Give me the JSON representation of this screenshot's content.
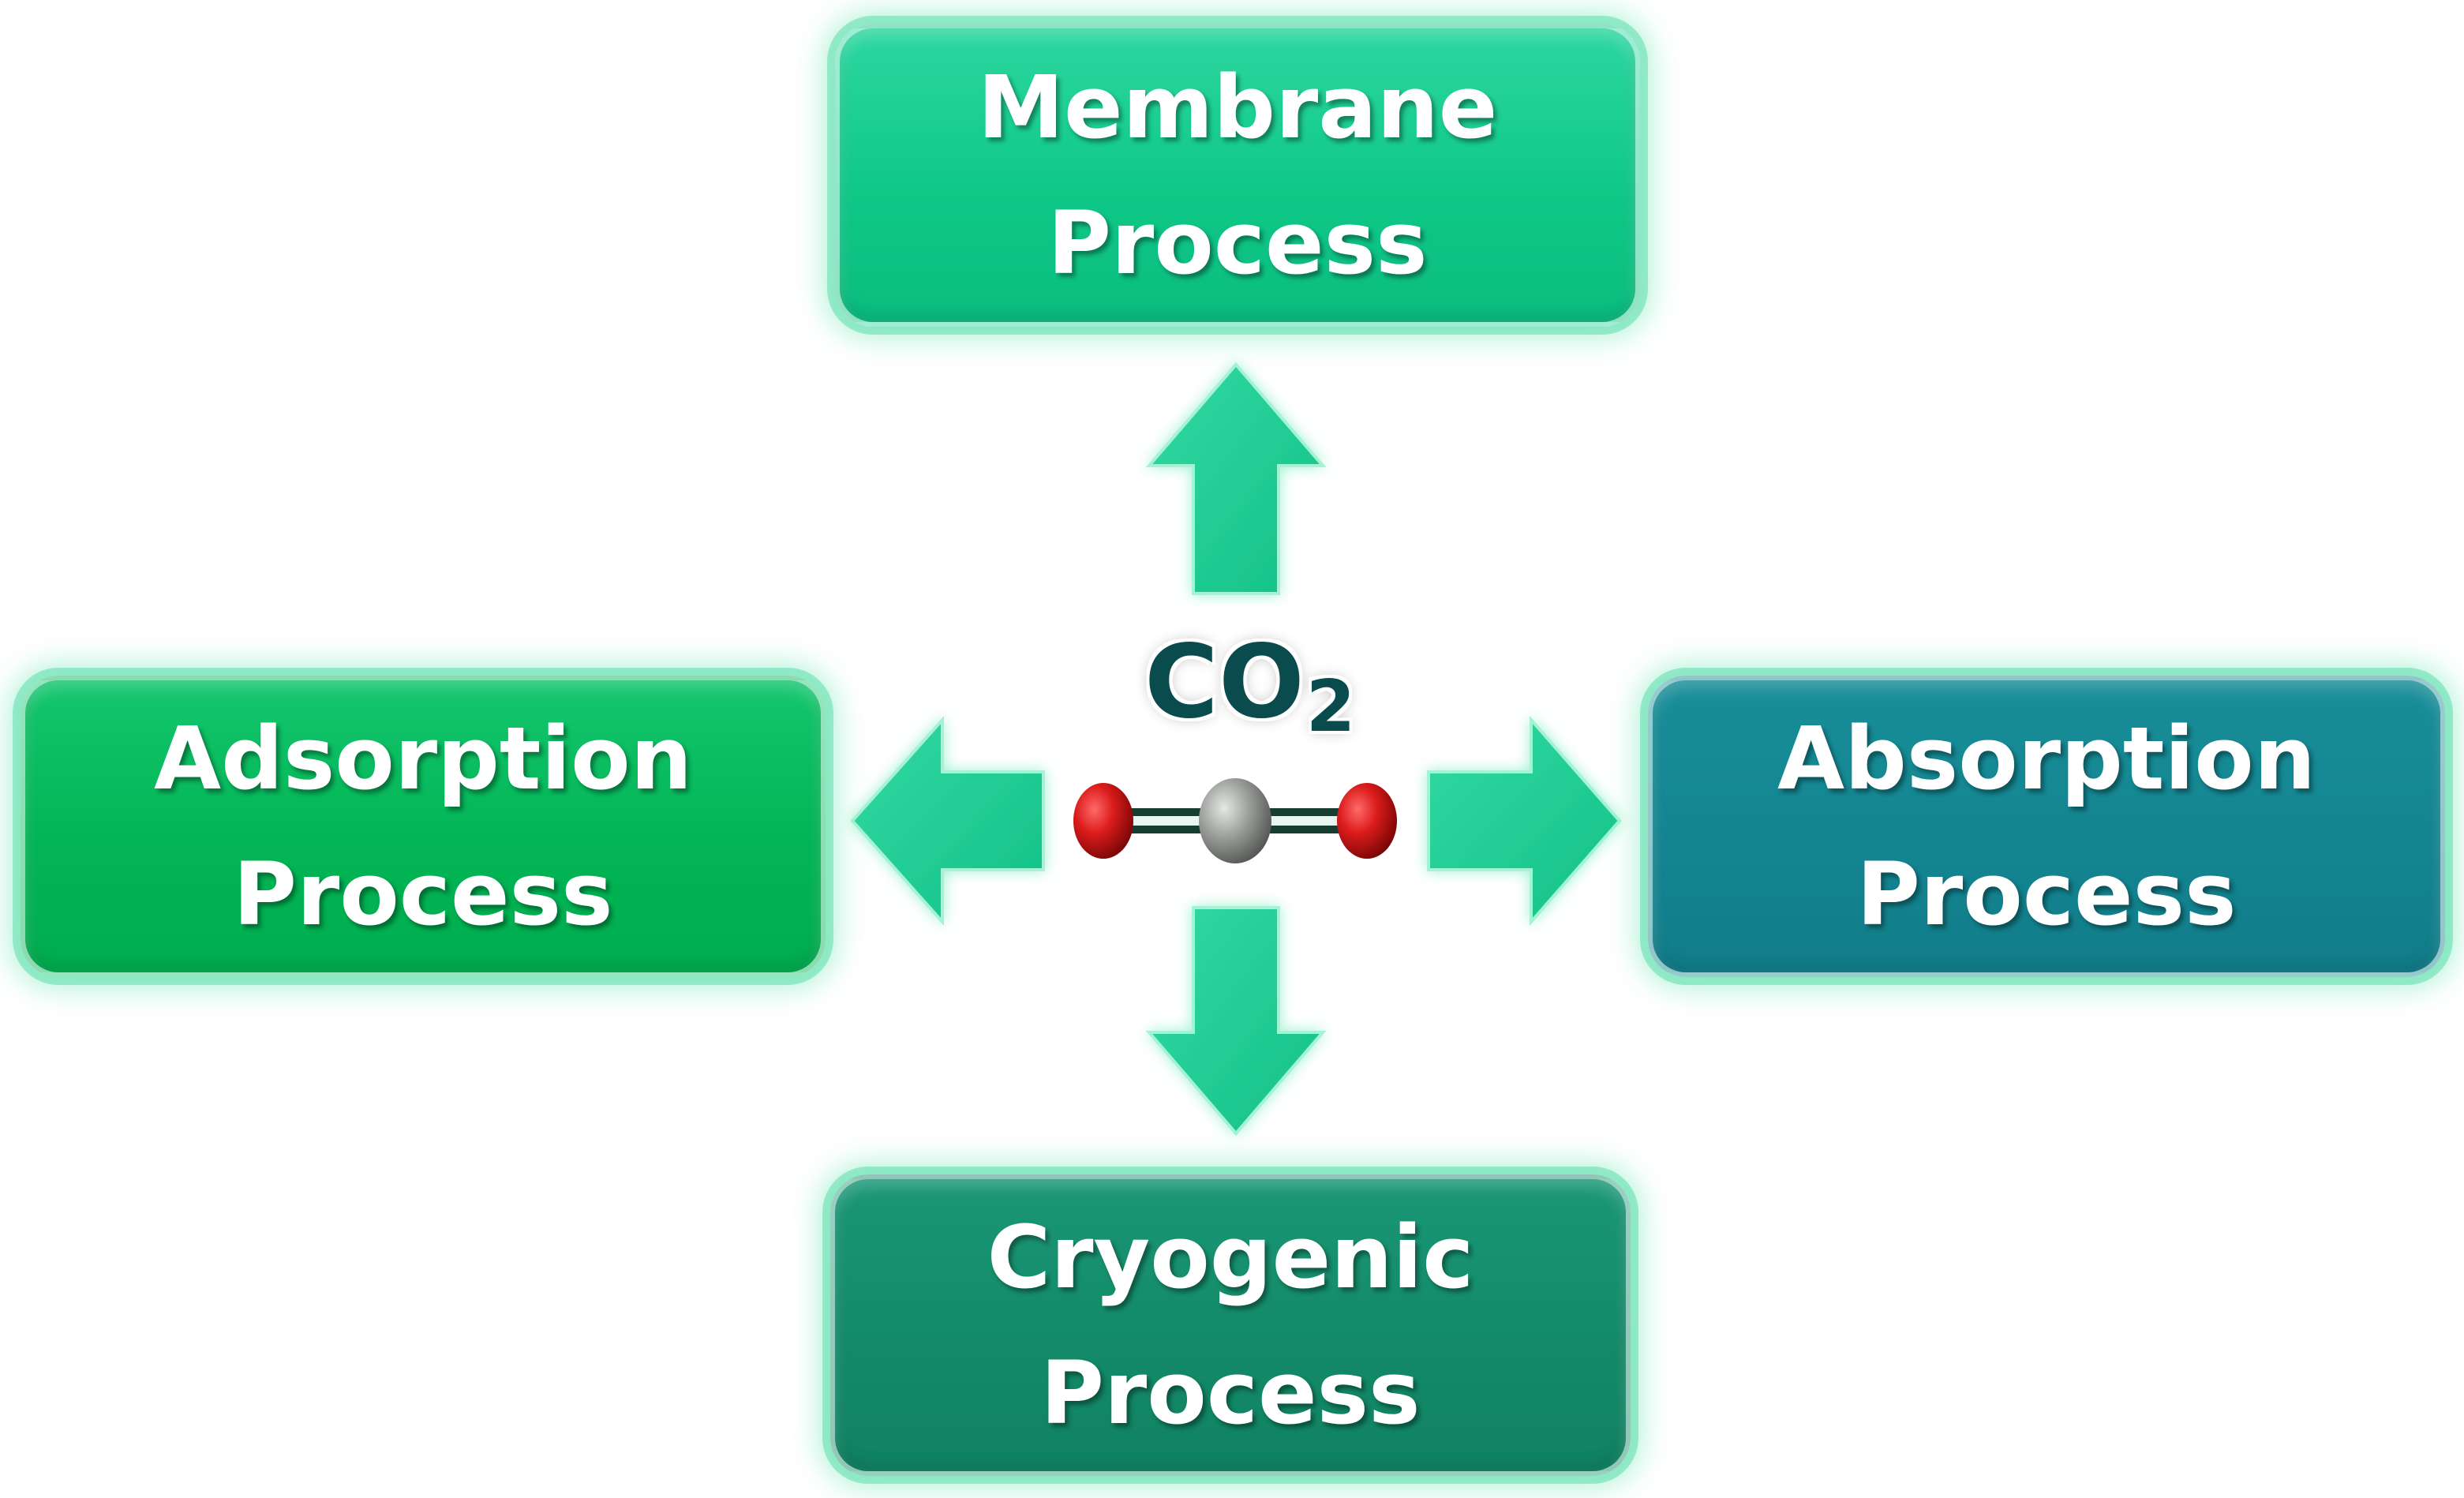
{
  "diagram": {
    "center": {
      "label_main": "CO",
      "label_sub": "2"
    },
    "boxes": [
      {
        "id": "membrane",
        "line1": "Membrane",
        "line2": "Process",
        "color": "#0fc888"
      },
      {
        "id": "adsorption",
        "line1": "Adsorption",
        "line2": "Process",
        "color": "#02b555"
      },
      {
        "id": "absorption",
        "line1": "Absorption",
        "line2": "Process",
        "color": "#138591"
      },
      {
        "id": "cryogenic",
        "line1": "Cryogenic",
        "line2": "Process",
        "color": "#138a68"
      }
    ],
    "colors": {
      "arrow": "#1fcf95",
      "arrow_glow": "#7ee8c2",
      "oxygen_atom": "#d81e1e",
      "carbon_atom": "#8c8f8c",
      "bond": "#173d33",
      "label": "#0a4b4e"
    }
  }
}
